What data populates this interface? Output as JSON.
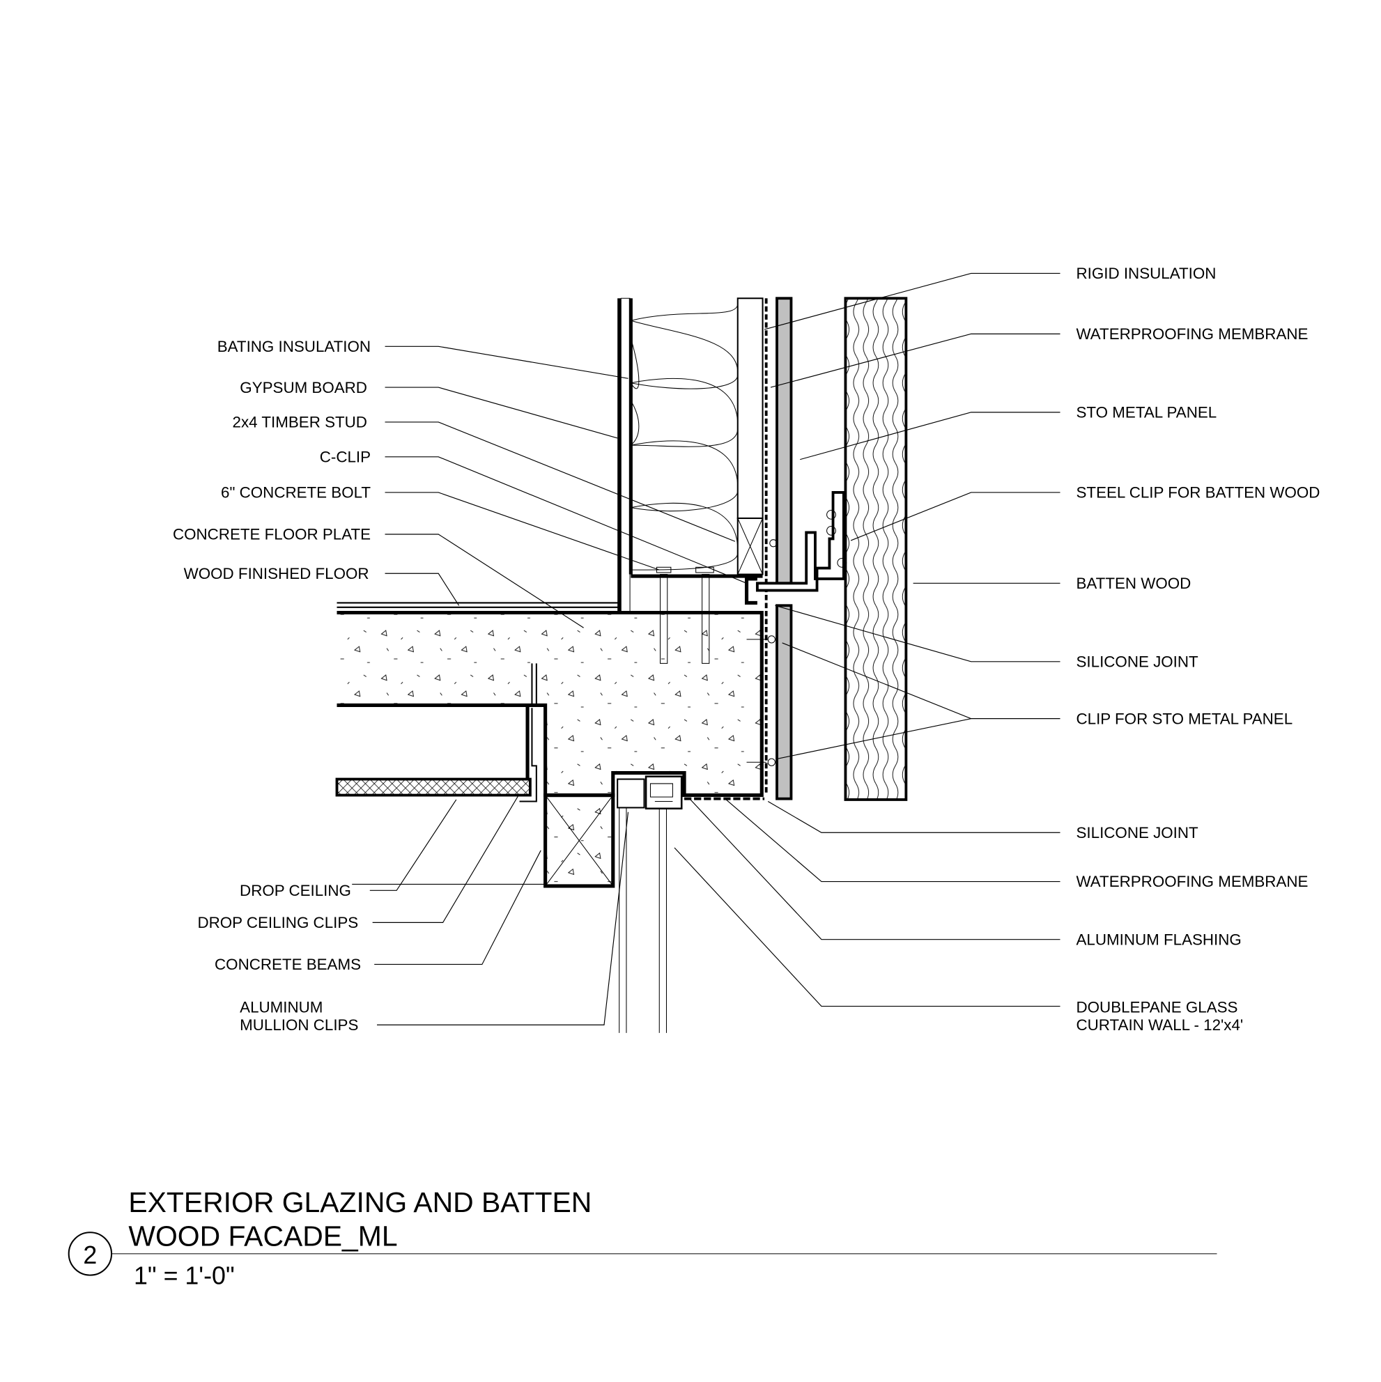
{
  "drawing": {
    "detail_number": "2",
    "title_line1": "EXTERIOR GLAZING AND BATTEN",
    "title_line2": "WOOD FACADE_ML",
    "scale": "1\" = 1'-0\""
  },
  "labels_left": [
    "BATING INSULATION",
    "GYPSUM BOARD",
    "2x4 TIMBER STUD",
    "C-CLIP",
    "6\" CONCRETE BOLT",
    "CONCRETE FLOOR PLATE",
    "WOOD FINISHED FLOOR",
    "DROP CEILING",
    "DROP CEILING CLIPS",
    "CONCRETE BEAMS",
    "ALUMINUM",
    "MULLION CLIPS"
  ],
  "labels_right": [
    "RIGID INSULATION",
    "WATERPROOFING MEMBRANE",
    "STO METAL PANEL",
    "STEEL CLIP FOR BATTEN WOOD",
    "BATTEN WOOD",
    "SILICONE JOINT",
    "CLIP FOR STO METAL PANEL",
    "SILICONE JOINT",
    "WATERPROOFING MEMBRANE",
    "ALUMINUM FLASHING",
    "DOUBLEPANE GLASS",
    "CURTAIN WALL - 12'x4'"
  ],
  "colors": {
    "line": "#000000",
    "panel_fill": "#c0c0c0",
    "background": "#ffffff"
  }
}
